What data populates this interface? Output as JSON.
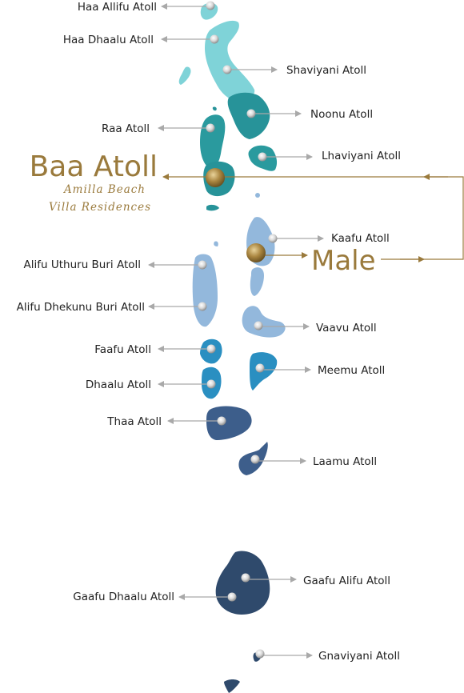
{
  "colors": {
    "north_light": "#7fd3d8",
    "north_mid": "#2ea4a6",
    "north_dark": "#279399",
    "central_light": "#93b8dc",
    "central_blue": "#2a8fc1",
    "south_blue": "#3d5e8b",
    "deep_south": "#2f4a6c",
    "gold": "#9a7a3c",
    "arrow": "#a9a9a9"
  },
  "atolls": {
    "haa_allifu": "Haa Allifu Atoll",
    "haa_dhaalu": "Haa Dhaalu Atoll",
    "shaviyani": "Shaviyani Atoll",
    "noonu": "Noonu Atoll",
    "raa": "Raa Atoll",
    "lhaviyani": "Lhaviyani Atoll",
    "kaafu": "Kaafu Atoll",
    "alifu_uthuru": "Alifu Uthuru Buri Atoll",
    "alifu_dhekunu": "Alifu Dhekunu Buri Atoll",
    "vaavu": "Vaavu Atoll",
    "faafu": "Faafu Atoll",
    "meemu": "Meemu Atoll",
    "dhaalu": "Dhaalu Atoll",
    "thaa": "Thaa Atoll",
    "laamu": "Laamu Atoll",
    "gaafu_alifu": "Gaafu Alifu Atoll",
    "gaafu_dhaalu": "Gaafu Dhaalu Atoll",
    "gnaviyani": "Gnaviyani Atoll"
  },
  "highlights": {
    "baa": "Baa Atoll",
    "baa_sub1": "Amilla Beach",
    "baa_sub2": "Villa Residences",
    "male": "Male"
  }
}
